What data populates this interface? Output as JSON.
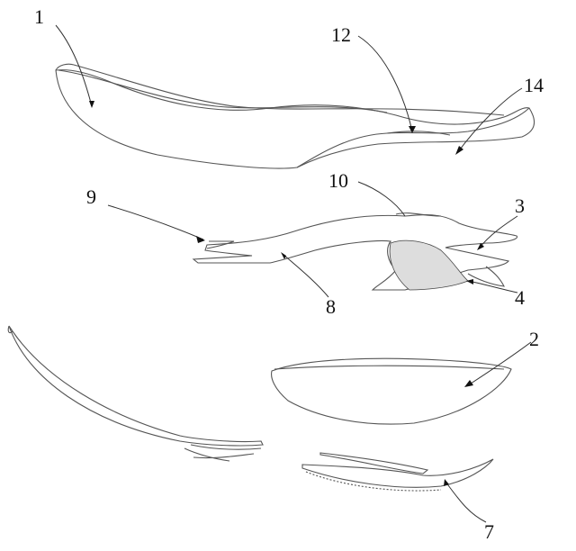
{
  "figure": {
    "labels": {
      "upper": "1",
      "upper_edge": "12",
      "upper_toe": "14",
      "midsole_top": "10",
      "heel_piece": "9",
      "forefoot_arm": "3",
      "shank": "8",
      "mesh_zone": "4",
      "insole": "2",
      "outsole": "7"
    }
  }
}
